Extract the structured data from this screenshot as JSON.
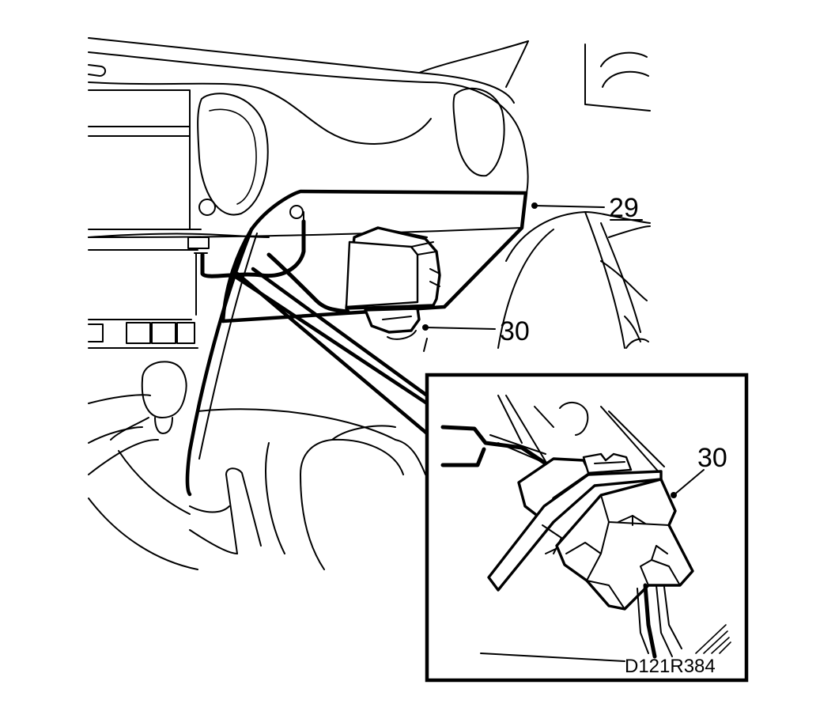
{
  "callouts": {
    "glovebox_panel": "29",
    "connector_main": "30",
    "connector_detail": "30"
  },
  "figure_code": "D121R384",
  "colors": {
    "line": "#000000",
    "background": "#ffffff"
  }
}
